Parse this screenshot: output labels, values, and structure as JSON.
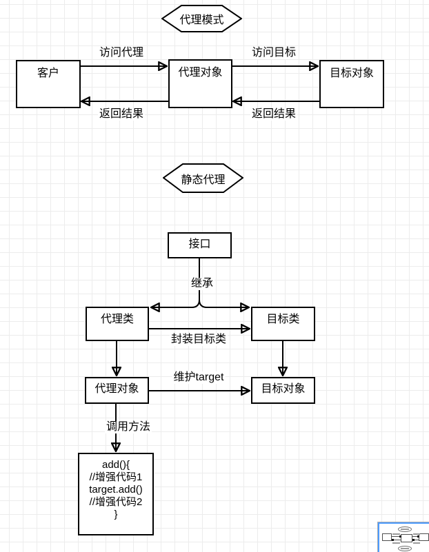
{
  "colors": {
    "shape_stroke": "#000000",
    "grid_line": "#ececec",
    "canvas_background": "#ffffff",
    "minimap_border": "#4d9bff"
  },
  "proxy_pattern_section": {
    "title": "代理模式",
    "nodes": {
      "client": "客户",
      "proxy_object": "代理对象",
      "target_object": "目标对象"
    },
    "edge_labels": {
      "visit_proxy": "访问代理",
      "visit_target": "访问目标",
      "return_result_left": "返回结果",
      "return_result_right": "返回结果"
    }
  },
  "static_proxy_section": {
    "title": "静态代理",
    "nodes": {
      "interface": "接口",
      "proxy_class": "代理类",
      "target_class": "目标类",
      "proxy_object": "代理对象",
      "target_object": "目标对象",
      "code_lines": [
        "add(){",
        "//增强代码1",
        "target.add()",
        "//增强代码2",
        "}"
      ]
    },
    "edge_labels": {
      "inherit": "继承",
      "wrap_target_class": "封装目标类",
      "maintain_target": "维护target",
      "call_method": "调用方法"
    }
  }
}
